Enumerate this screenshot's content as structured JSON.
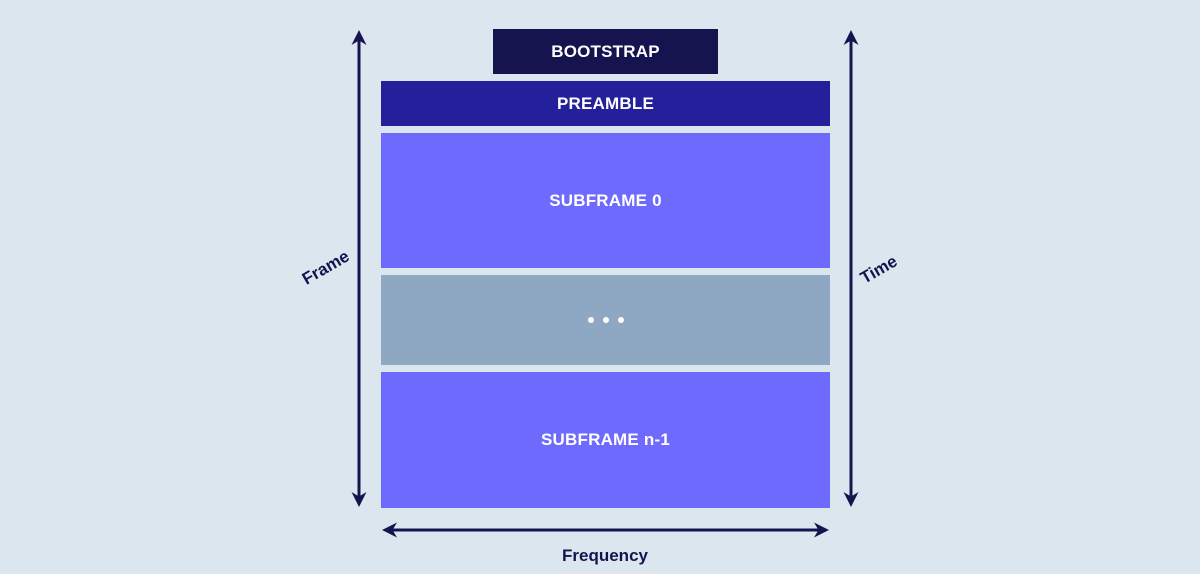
{
  "blocks": {
    "bootstrap": "BOOTSTRAP",
    "preamble": "PREAMBLE",
    "subframe_first": "SUBFRAME 0",
    "subframe_last": "SUBFRAME n-1"
  },
  "axes": {
    "frame": "Frame",
    "time": "Time",
    "frequency": "Frequency"
  },
  "colors": {
    "background": "#dce6ef",
    "bootstrap": "#16144f",
    "preamble": "#241f9a",
    "subframe": "#6e6afd",
    "ellipsis": "#8ea8c4",
    "arrow": "#16144f"
  }
}
